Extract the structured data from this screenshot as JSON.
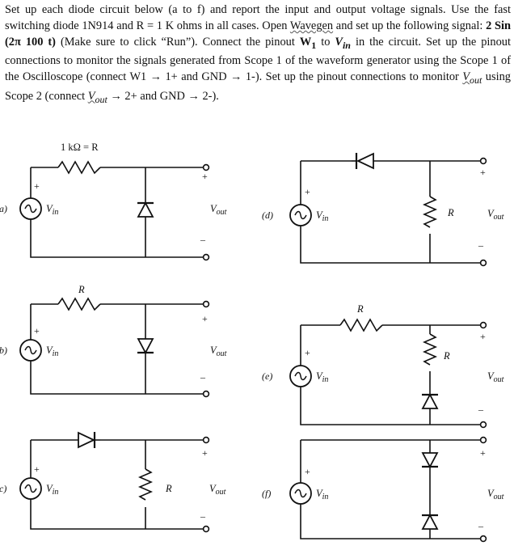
{
  "instructions": {
    "s1": "Set up each diode circuit below (a to f) and report the input and output voltage signals. Use the fast switching diode 1N914 and R",
    "eq": " = ",
    "s2": "1 K ohms in all cases. Open ",
    "wavegen": "Wavegen",
    "s3": " and set up the following signal: ",
    "signal": "2 Sin (2π 100 t)",
    "s4": " (Make sure to click “Run”). Connect the pinout ",
    "w1": "W",
    "w1sub": "1",
    "s5": " to ",
    "vin_v": "V",
    "vin_sub": "in",
    "s6": " in the circuit. Set up the pinout connections to monitor the signals generated from Scope 1 of the waveform generator using the Scope 1 of the Oscilloscope (connect W1 → 1+ and GND → 1-). Set up the pinout connections to monitor ",
    "vout_v": "V",
    "vout_sub": "out",
    "s7": " using Scope 2 (connect ",
    "s8": " → 2+ and GND → 2-)."
  },
  "circuits": [
    {
      "id": "a",
      "label": "(a)",
      "r_label": "1 kΩ = R",
      "vin": "V",
      "vin_sub": "in",
      "vout": "V",
      "vout_sub": "out",
      "plus": "+",
      "minus": "–"
    },
    {
      "id": "b",
      "label": "(b)",
      "r_label": "R",
      "vin": "V",
      "vin_sub": "in",
      "vout": "V",
      "vout_sub": "out",
      "plus": "+",
      "minus": "–"
    },
    {
      "id": "c",
      "label": "(c)",
      "r_label": "R",
      "vin": "V",
      "vin_sub": "in",
      "vout": "V",
      "vout_sub": "out",
      "plus": "+",
      "minus": "–"
    },
    {
      "id": "d",
      "label": "(d)",
      "r_label": "R",
      "vin": "V",
      "vin_sub": "in",
      "vout": "V",
      "vout_sub": "out",
      "plus": "+",
      "minus": "–"
    },
    {
      "id": "e",
      "label": "(e)",
      "r_label": "R",
      "r2_label": "R",
      "vin": "V",
      "vin_sub": "in",
      "vout": "V",
      "vout_sub": "out",
      "plus": "+",
      "minus": "–"
    },
    {
      "id": "f",
      "label": "(f)",
      "vin": "V",
      "vin_sub": "in",
      "vout": "V",
      "vout_sub": "out",
      "plus": "+",
      "minus": "–"
    }
  ]
}
